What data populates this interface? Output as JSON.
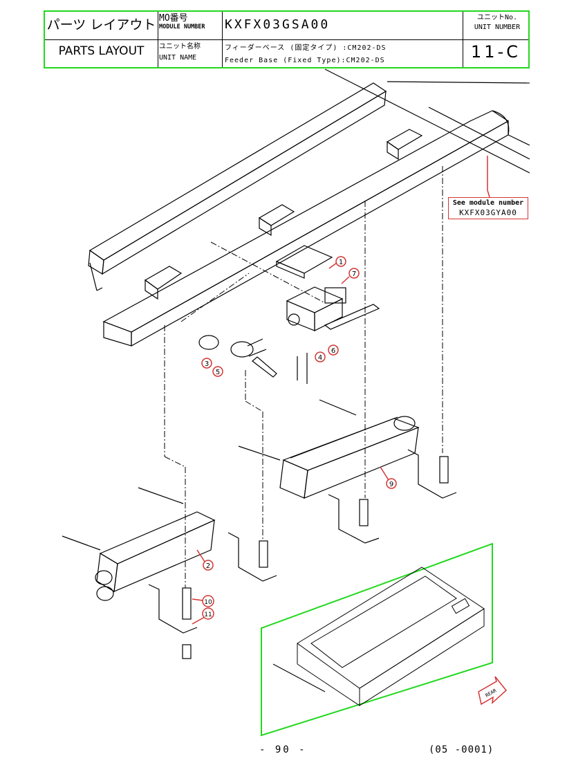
{
  "header": {
    "title_jp": "パーツ レイアウト",
    "title_en": "PARTS LAYOUT",
    "mo_label_jp": "MO番号",
    "mo_label_en": "MODULE NUMBER",
    "module_number": "KXFX03GSA00",
    "unit_name_label_jp": "ユニット名称",
    "unit_name_label_en": "UNIT NAME",
    "unit_name_jp": "フィーダーベース (固定タイプ) :CM202-DS",
    "unit_name_en": "Feeder Base (Fixed Type):CM202-DS",
    "unit_no_label_jp": "ユニットNo.",
    "unit_no_label_en": "UNIT NUMBER",
    "unit_number": "11-C"
  },
  "reference": {
    "line1": "See module number",
    "line2": "KXFX03GYA00"
  },
  "callouts": [
    "1",
    "7",
    "3",
    "5",
    "4",
    "6",
    "9",
    "2",
    "10",
    "11"
  ],
  "direction_label": "REAR",
  "footer": {
    "page": "- 90 -",
    "code": "(05 -0001)"
  },
  "colors": {
    "frame_green": "#22d81e",
    "callout_red": "#d43333",
    "line_black": "#000000"
  }
}
